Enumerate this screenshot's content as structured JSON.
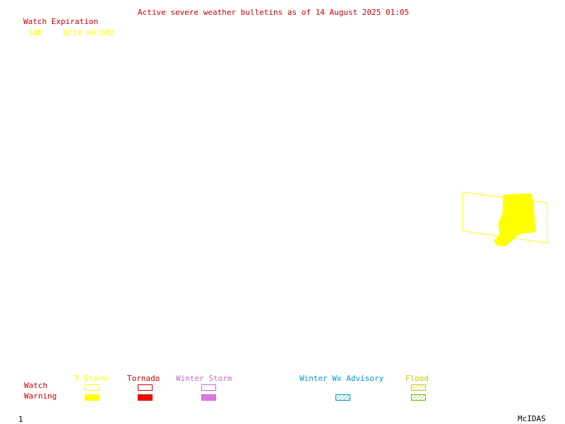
{
  "header": {
    "title": "Active severe weather bulletins as of 14 August 2025 01:05",
    "watch_expiration_label": "Watch Expiration"
  },
  "watch_list": [
    {
      "number": "588",
      "expiration": "8/14 04:00Z",
      "color": "#ffff00"
    }
  ],
  "legend": {
    "row_labels": {
      "watch": "Watch",
      "warning": "Warning"
    },
    "categories": [
      {
        "label": "T-Storm",
        "color": "#ffff00",
        "watch_style": "outline",
        "warning_style": "filled"
      },
      {
        "label": "Tornado",
        "color": "#cc0000",
        "watch_style": "outline",
        "warning_style": "filled"
      },
      {
        "label": "Winter Storm",
        "color": "#cc66cc",
        "watch_style": "outline",
        "warning_style": "filled"
      },
      {
        "label": "Winter Wx Advisory",
        "color": "#0099cc",
        "watch_style": "none",
        "warning_style": "hatched"
      },
      {
        "label": "Flood",
        "color": "#cccc00",
        "warning_color": "#66bb00",
        "watch_style": "hatched",
        "warning_style": "hatched"
      }
    ]
  },
  "footer": {
    "frame_number": "1",
    "software": "McIDAS"
  },
  "colors": {
    "text_red": "#cc0000",
    "watch_yellow": "#ffff00",
    "background": "#ffffff"
  }
}
